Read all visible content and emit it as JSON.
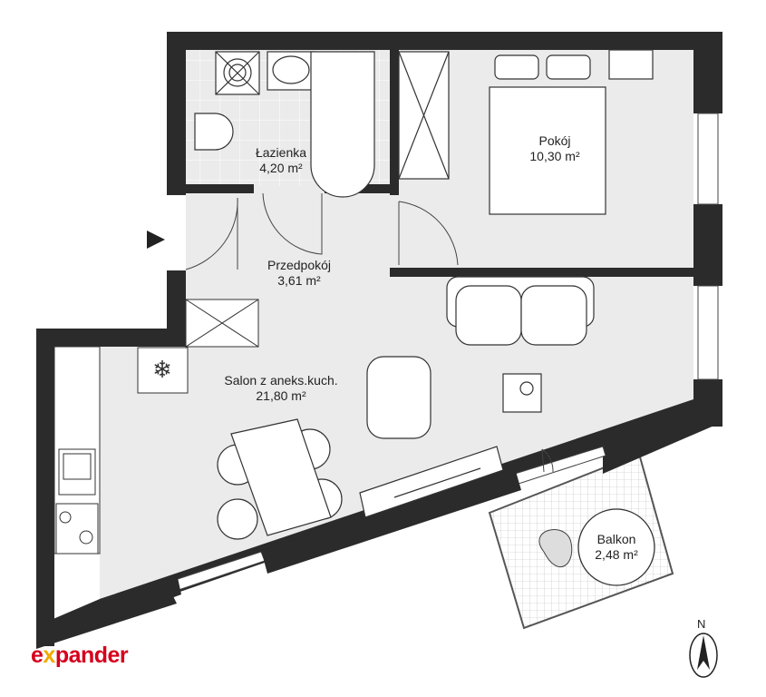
{
  "rooms": [
    {
      "name": "Łazienka",
      "area": "4,20 m²"
    },
    {
      "name": "Pokój",
      "area": "10,30 m²"
    },
    {
      "name": "Przedpokój",
      "area": "3,61 m²"
    },
    {
      "name": "Salon z aneks.kuch.",
      "area": "21,80 m²"
    },
    {
      "name": "Balkon",
      "area": "2,48 m²"
    }
  ],
  "compass": {
    "label": "N"
  },
  "brand": {
    "logo_text": "expander",
    "color": "#d6001c",
    "accent": "#f2a900"
  },
  "colors": {
    "wall": "#2b2b2b",
    "floor": "#ebebeb"
  }
}
